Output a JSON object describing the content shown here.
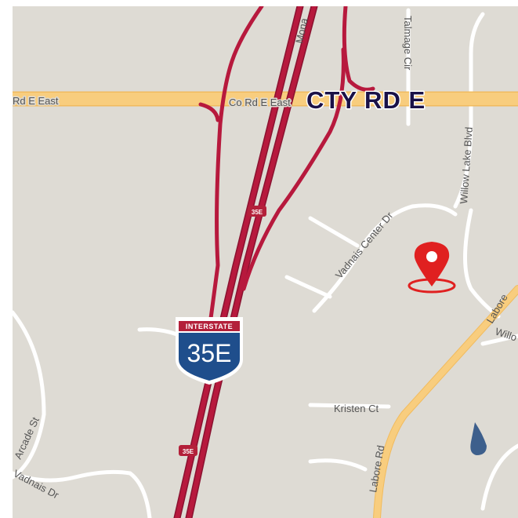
{
  "map": {
    "colors": {
      "land": "#dedbd4",
      "minor_road": "#ffffff",
      "arterial": "#f8cd7e",
      "freeway": "#b7193d",
      "freeway_edge": "#8a1230",
      "water": "#3d5f8c",
      "marker": "#e02020",
      "shield_red": "#b3203a",
      "shield_blue": "#1f4e8c"
    },
    "labels": {
      "cty_rd_e": "CTY RD E",
      "co_rd_e_east_left": "Rd E East",
      "co_rd_e_east": "Co Rd E East",
      "monarch": "Mona",
      "talmage_cir": "Talmage Cir",
      "willow_lake_blvd": "Willow Lake Blvd",
      "vadnais_center_dr": "Vadnais Center Dr",
      "labore_rd_upper": "Labore",
      "willo": "Willo",
      "kristen_ct": "Kristen Ct",
      "labore_rd": "Labore Rd",
      "arcade_st": "Arcade St",
      "vadnais_dr": "Vadnais Dr"
    },
    "shields": {
      "large": {
        "top": "INTERSTATE",
        "number": "35E"
      },
      "small_1": "35E",
      "small_2": "35E"
    },
    "marker": {
      "icon": "map-pin-icon"
    }
  }
}
